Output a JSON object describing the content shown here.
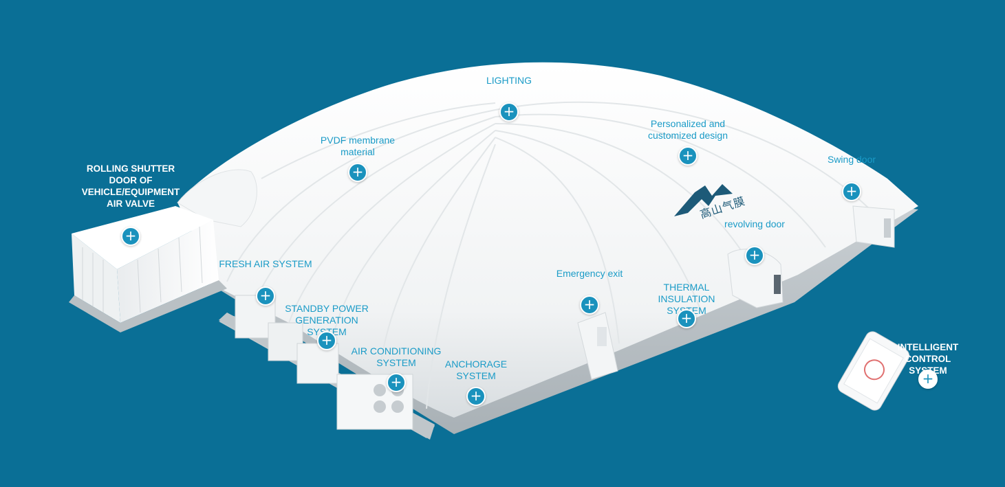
{
  "colors": {
    "background": "#0a6f96",
    "label_blue": "#1a9bc7",
    "hotspot_blue": "#1a92bd",
    "white": "#ffffff"
  },
  "brand": {
    "logo_text": "高山气膜"
  },
  "hotspots": {
    "lighting": {
      "label": "LIGHTING",
      "icon": "plus-icon"
    },
    "pvdf": {
      "label": "PVDF membrane\nmaterial",
      "icon": "plus-icon"
    },
    "personalized": {
      "label": "Personalized and\ncustomized design",
      "icon": "plus-icon"
    },
    "swing_door": {
      "label": "Swing door",
      "icon": "plus-icon"
    },
    "rolling_shutter": {
      "label": "ROLLING SHUTTER\nDOOR OF\nVEHICLE/EQUIPMENT\nAIR VALVE",
      "icon": "plus-icon"
    },
    "revolving_door": {
      "label": "revolving door",
      "icon": "plus-icon"
    },
    "fresh_air": {
      "label": "FRESH AIR SYSTEM",
      "icon": "plus-icon"
    },
    "emergency_exit": {
      "label": "Emergency exit",
      "icon": "plus-icon"
    },
    "thermal": {
      "label": "THERMAL\nINSULATION\nSYSTEM",
      "icon": "plus-icon"
    },
    "standby_power": {
      "label": "STANDBY POWER\nGENERATION\nSYSTEM",
      "icon": "plus-icon"
    },
    "air_conditioning": {
      "label": "AIR CONDITIONING\nSYSTEM",
      "icon": "plus-icon"
    },
    "anchorage": {
      "label": "ANCHORAGE\nSYSTEM",
      "icon": "plus-icon"
    },
    "intelligent_control": {
      "label": "INTELLIGENT\nCONTROL SYSTEM",
      "icon": "plus-icon"
    }
  },
  "plus_symbol": "+"
}
